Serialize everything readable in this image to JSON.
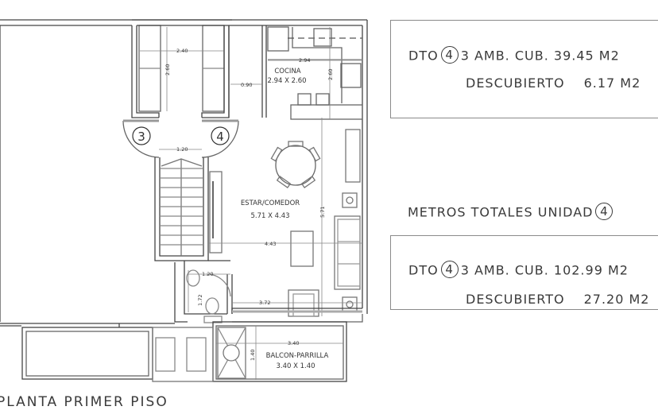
{
  "summary_unit": {
    "dto_prefix": "DTO",
    "unit_number": "4",
    "covered_label": "3 AMB. CUB. 39.45 M2",
    "uncovered_label": "DESCUBIERTO",
    "uncovered_value": "6.17 M2"
  },
  "totals_title": {
    "text": "METROS TOTALES UNIDAD",
    "unit_number": "4"
  },
  "summary_totals": {
    "dto_prefix": "DTO",
    "unit_number": "4",
    "covered_label": "3 AMB. CUB. 102.99 M2",
    "uncovered_label": "DESCUBIERTO",
    "uncovered_value": "27.20 M2"
  },
  "plan": {
    "caption": "PLANTA PRIMER PISO",
    "unit_markers": [
      "3",
      "4"
    ],
    "rooms": {
      "cocina": {
        "name": "COCINA",
        "size": "2.94 X 2.60"
      },
      "estar": {
        "name": "ESTAR/COMEDOR",
        "size": "5.71 X 4.43"
      },
      "balcon": {
        "name": "BALCON-PARRILLA",
        "size": "3.40 X 1.40"
      }
    },
    "dimensions": {
      "hall_width": "2.40",
      "hall_depth": "2.60",
      "stair_width": "0.90",
      "kitchen_width": "2.94",
      "kitchen_depth": "2.60",
      "landing_width": "1.20",
      "living_length": "5.71",
      "living_width": "4.43",
      "bath_width": "1.20",
      "bath_depth": "1.72",
      "living_lower_width": "3.72",
      "balcony_width": "3.40",
      "balcony_depth": "1.40"
    }
  }
}
